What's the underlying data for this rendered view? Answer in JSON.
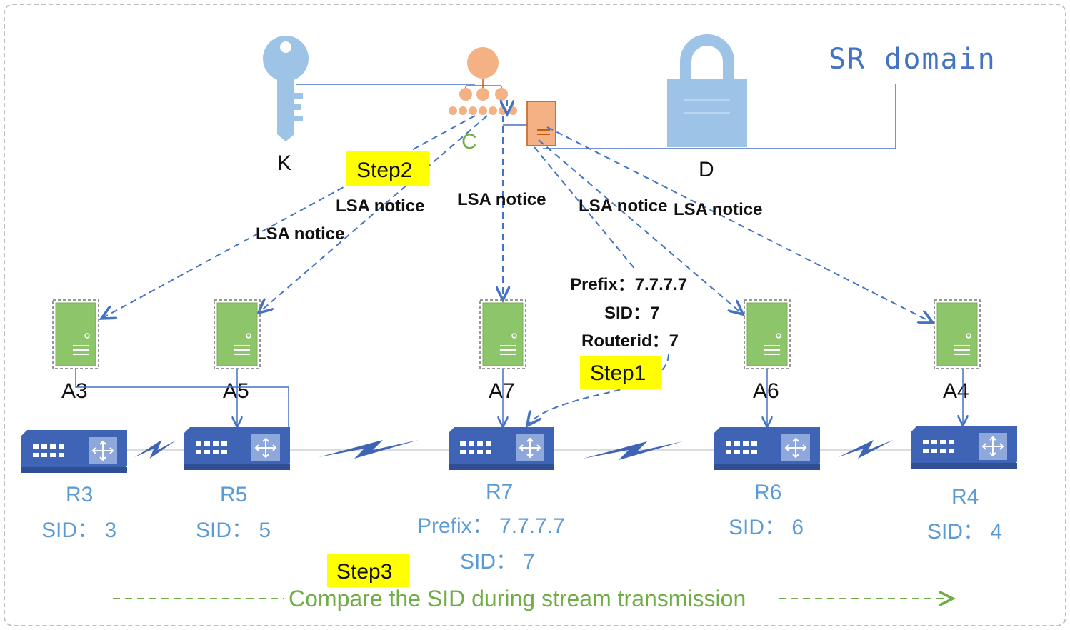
{
  "domain_label": "SR domain",
  "controller": {
    "label": "C"
  },
  "key": {
    "label": "K"
  },
  "lock": {
    "label": "D"
  },
  "steps": {
    "step1": "Step1",
    "step2": "Step2",
    "step3": "Step3"
  },
  "lsa_notices": [
    "LSA notice",
    "LSA notice",
    "LSA notice",
    "LSA notice",
    "LSA notice"
  ],
  "step1_info": {
    "prefix": "Prefix：7.7.7.7",
    "sid": "SID：7",
    "routerid": "Routerid：7"
  },
  "agents": [
    {
      "name": "A3"
    },
    {
      "name": "A5"
    },
    {
      "name": "A7"
    },
    {
      "name": "A6"
    },
    {
      "name": "A4"
    }
  ],
  "routers": [
    {
      "name": "R3",
      "sid": "SID：  3"
    },
    {
      "name": "R5",
      "sid": "SID：  5"
    },
    {
      "name": "R7",
      "prefix": "Prefix：  7.7.7.7",
      "sid": "SID：  7"
    },
    {
      "name": "R6",
      "sid": "SID：  6"
    },
    {
      "name": "R4",
      "sid": "SID：  4"
    }
  ],
  "compare_text": "Compare the SID during stream transmission",
  "colors": {
    "router": "#3f63b5",
    "agent_fill": "#8cc56a",
    "controller": "#f4b183",
    "key_lock": "#9dc3e6",
    "dashed": "#4472c4",
    "step_highlight": "#ffff00",
    "compare": "#70ad47"
  }
}
